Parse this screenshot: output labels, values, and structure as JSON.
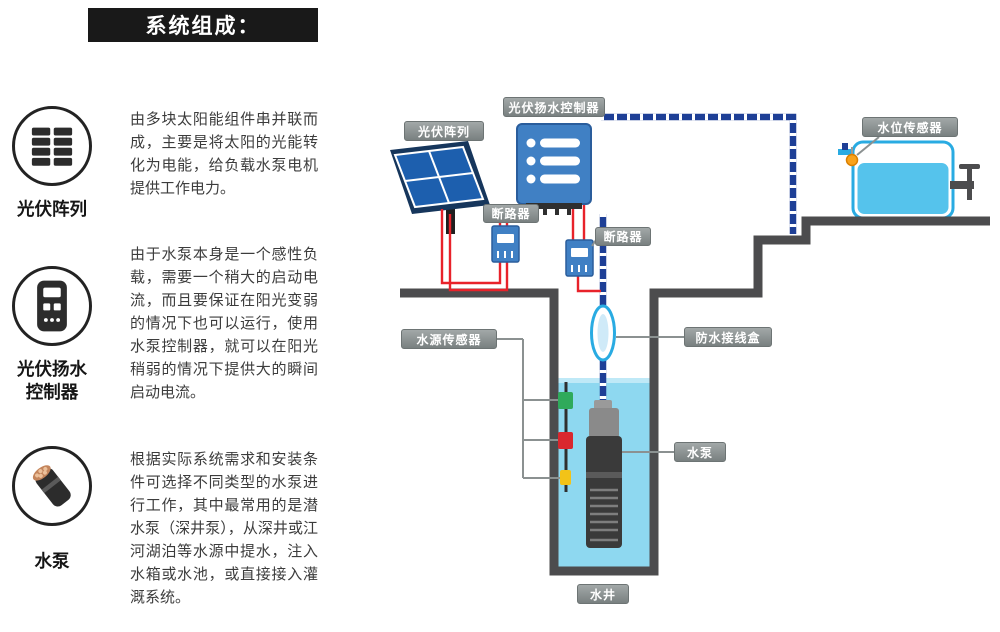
{
  "title": "系统组成：",
  "sidebar": {
    "items": [
      {
        "icon": "solar-panel-icon",
        "label": "光伏阵列",
        "desc": "由多块太阳能组件串并联而成，主要是将太阳的光能转化为电能，给负载水泵电机提供工作电力。"
      },
      {
        "icon": "controller-icon",
        "label": "光伏扬水控制器",
        "desc": "由于水泵本身是一个感性负载，需要一个稍大的启动电流，而且要保证在阳光变弱的情况下也可以运行，使用水泵控制器，就可以在阳光稍弱的情况下提供大的瞬间启动电流。"
      },
      {
        "icon": "pump-cable-icon",
        "label": "水泵",
        "desc": "根据实际系统需求和安装条件可选择不同类型的水泵进行工作，其中最常用的是潜水泵（深井泵），从深井或江河湖泊等水源中提水，注入水箱或水池，或直接接入灌溉系统。"
      }
    ]
  },
  "diagram": {
    "labels": {
      "pv_array": "光伏阵列",
      "controller": "光伏扬水控制器",
      "breaker_top": "断路器",
      "breaker_right": "断路器",
      "water_level_sensor": "水位传感器",
      "water_source_sensor": "水源传感器",
      "junction_box": "防水接线盒",
      "pump": "水泵",
      "well": "水井"
    },
    "colors": {
      "pipe_blue": "#1e3f96",
      "wire_red": "#e8222a",
      "well_water": "#8ed8f0",
      "tank_water": "#55c3ec",
      "tank_outline": "#29abe2",
      "ground": "#4c4c4e",
      "label_gray": "#8b9191",
      "device_blue": "#4080c4",
      "panel_blue": "#1d5fae",
      "banner_black": "#191919"
    }
  }
}
